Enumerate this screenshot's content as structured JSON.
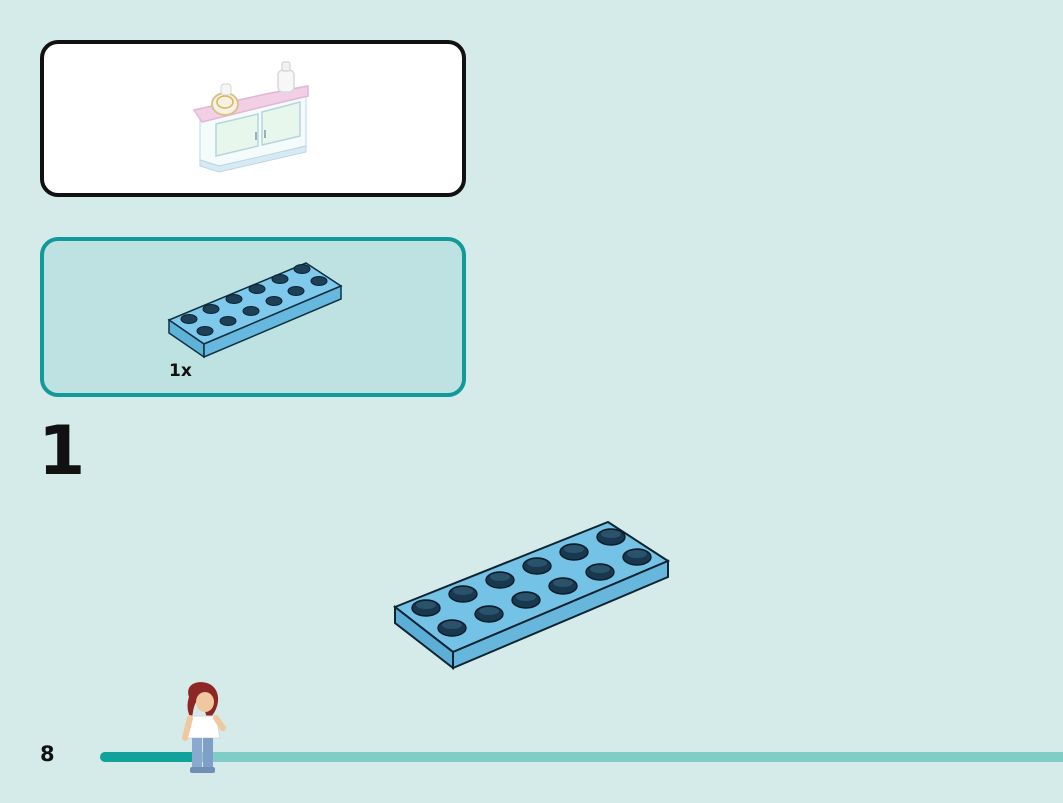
{
  "page": {
    "background_color": "#d5ebea",
    "page_number": "8"
  },
  "preview": {
    "icon": "cabinet-preview-icon",
    "border_color": "#111111"
  },
  "parts_list": {
    "border_color": "#14999a",
    "items": [
      {
        "icon": "blue-plate-2x6-icon",
        "quantity": "1x",
        "color": "#6cb9dd"
      }
    ]
  },
  "step": {
    "number": "1",
    "icon": "blue-plate-2x6-icon"
  },
  "progress": {
    "fraction": 0.1,
    "fill_color": "#11a29c",
    "track_color": "#80ccc6",
    "icon": "minifigure-icon"
  }
}
